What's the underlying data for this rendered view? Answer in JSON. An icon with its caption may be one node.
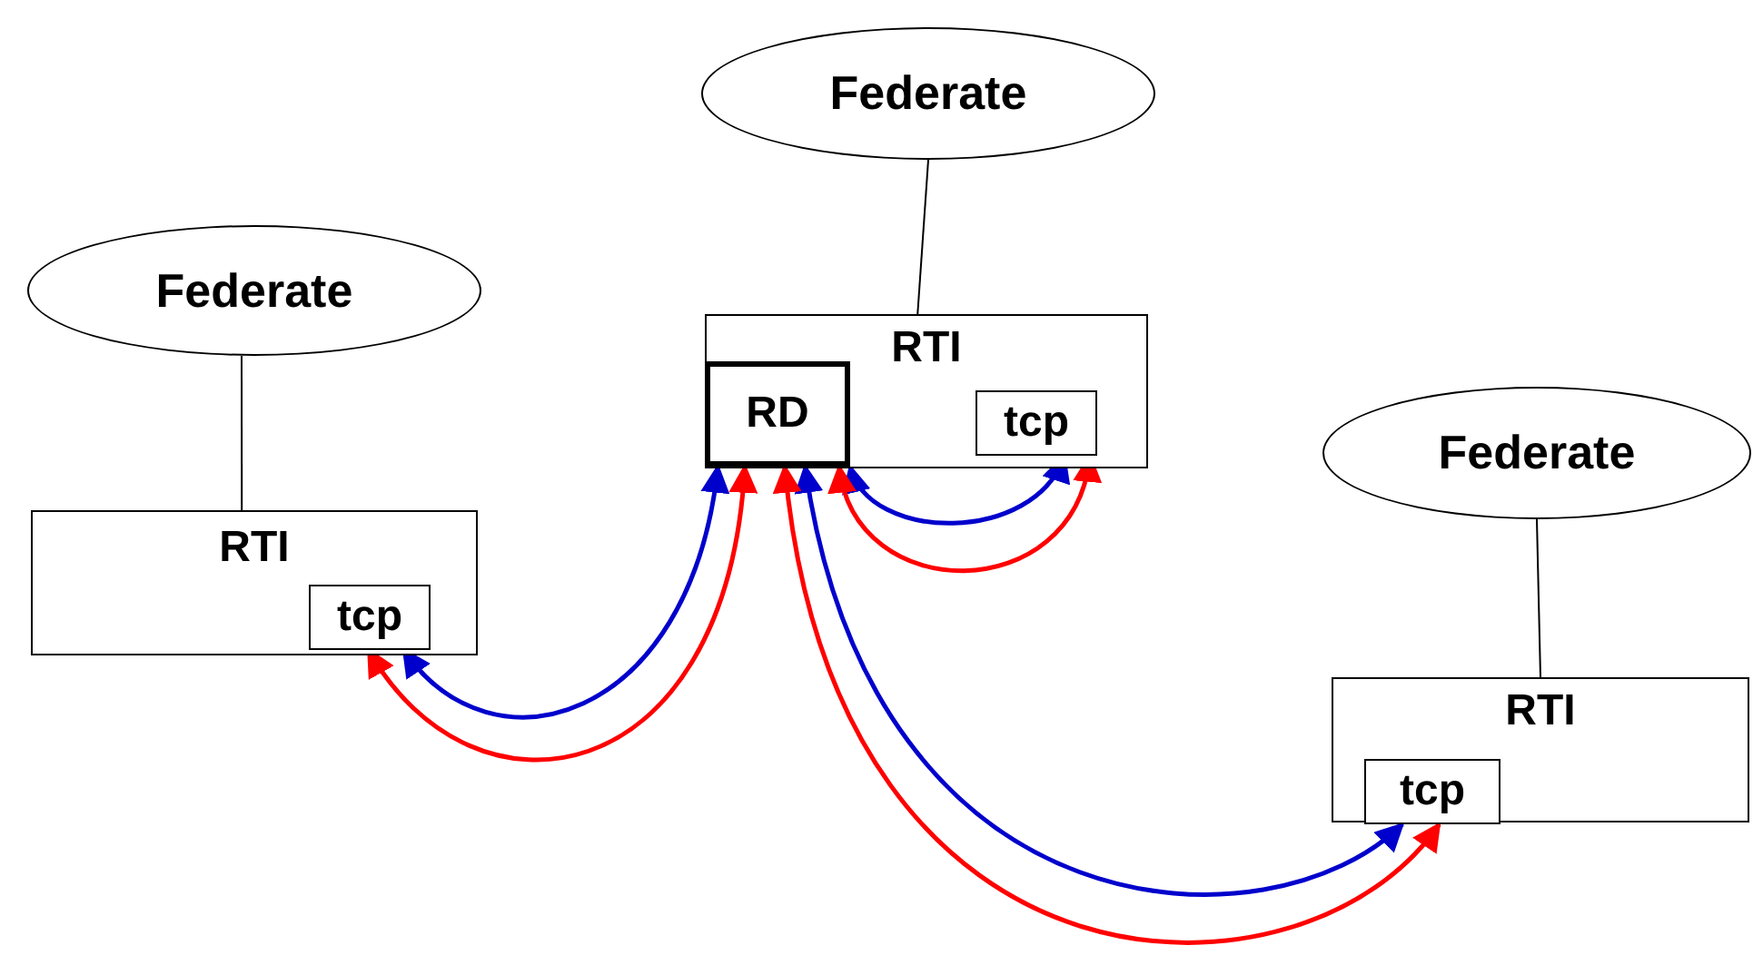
{
  "diagram": {
    "nodes": [
      {
        "text": [
          "Federate"
        ]
      },
      {
        "text": [
          "RTI"
        ]
      },
      {
        "text": [
          "tcp"
        ],
        "in": 1
      },
      {
        "text": [
          "Federate"
        ]
      },
      {
        "text": [
          "RTI"
        ]
      },
      {
        "text": [
          "RD"
        ],
        "in": 4
      },
      {
        "text": [
          "tcp"
        ],
        "in": 4
      },
      {
        "text": [
          "Federate"
        ]
      },
      {
        "text": [
          "RTI"
        ]
      },
      {
        "text": [
          "tcp"
        ],
        "in": 8
      }
    ],
    "edges": [
      {
        "from": 0,
        "to": 1,
        "arrow": "none"
      },
      {
        "from": 3,
        "to": 4,
        "arrow": "none"
      },
      {
        "from": 7,
        "to": 8,
        "arrow": "none"
      },
      {
        "from": 5,
        "to": 2,
        "arrow": "both",
        "color": "#0000cc"
      },
      {
        "from": 5,
        "to": 2,
        "arrow": "both",
        "color": "#ff0000"
      },
      {
        "from": 5,
        "to": 6,
        "arrow": "both",
        "color": "#0000cc"
      },
      {
        "from": 5,
        "to": 6,
        "arrow": "both",
        "color": "#ff0000"
      },
      {
        "from": 5,
        "to": 9,
        "arrow": "both",
        "color": "#0000cc"
      },
      {
        "from": 5,
        "to": 9,
        "arrow": "both",
        "color": "#ff0000"
      }
    ]
  }
}
